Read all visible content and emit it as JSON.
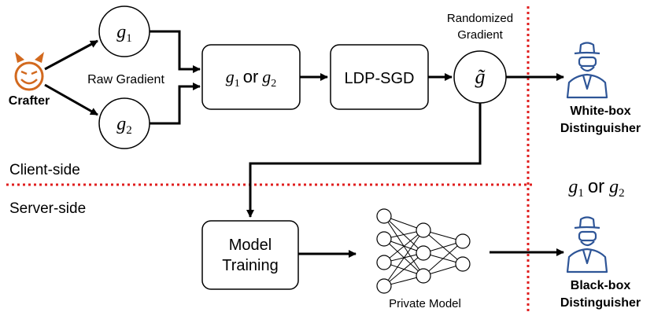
{
  "actors": {
    "crafter": "Crafter",
    "white_box": [
      "White-box",
      "Distinguisher"
    ],
    "black_box": [
      "Black-box",
      "Distinguisher"
    ]
  },
  "labels": {
    "raw_gradient": "Raw Gradient",
    "randomized_gradient": [
      "Randomized",
      "Gradient"
    ],
    "ldp_sgd": "LDP-SGD",
    "model_training": [
      "Model",
      "Training"
    ],
    "private_model": "Private Model",
    "client_side": "Client-side",
    "server_side": "Server-side",
    "or_word": "or"
  },
  "math": {
    "g": "g",
    "sub1": "1",
    "sub2": "2",
    "g_tilde": "g̃"
  },
  "colors": {
    "divider": "#e02020",
    "crafter_face": "#d2691e",
    "distinguisher": "#2e5597"
  }
}
